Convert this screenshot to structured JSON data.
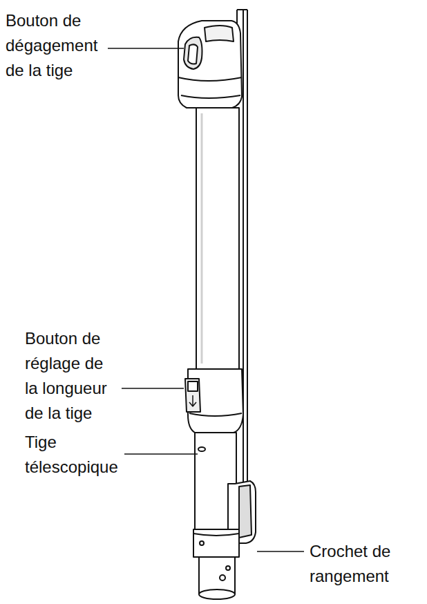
{
  "diagram": {
    "labels": [
      "Bouton de dégagement de la tige",
      "Bouton de réglage de la longueur de la tige",
      "Tige télescopique",
      "Crochet de rangement"
    ]
  }
}
